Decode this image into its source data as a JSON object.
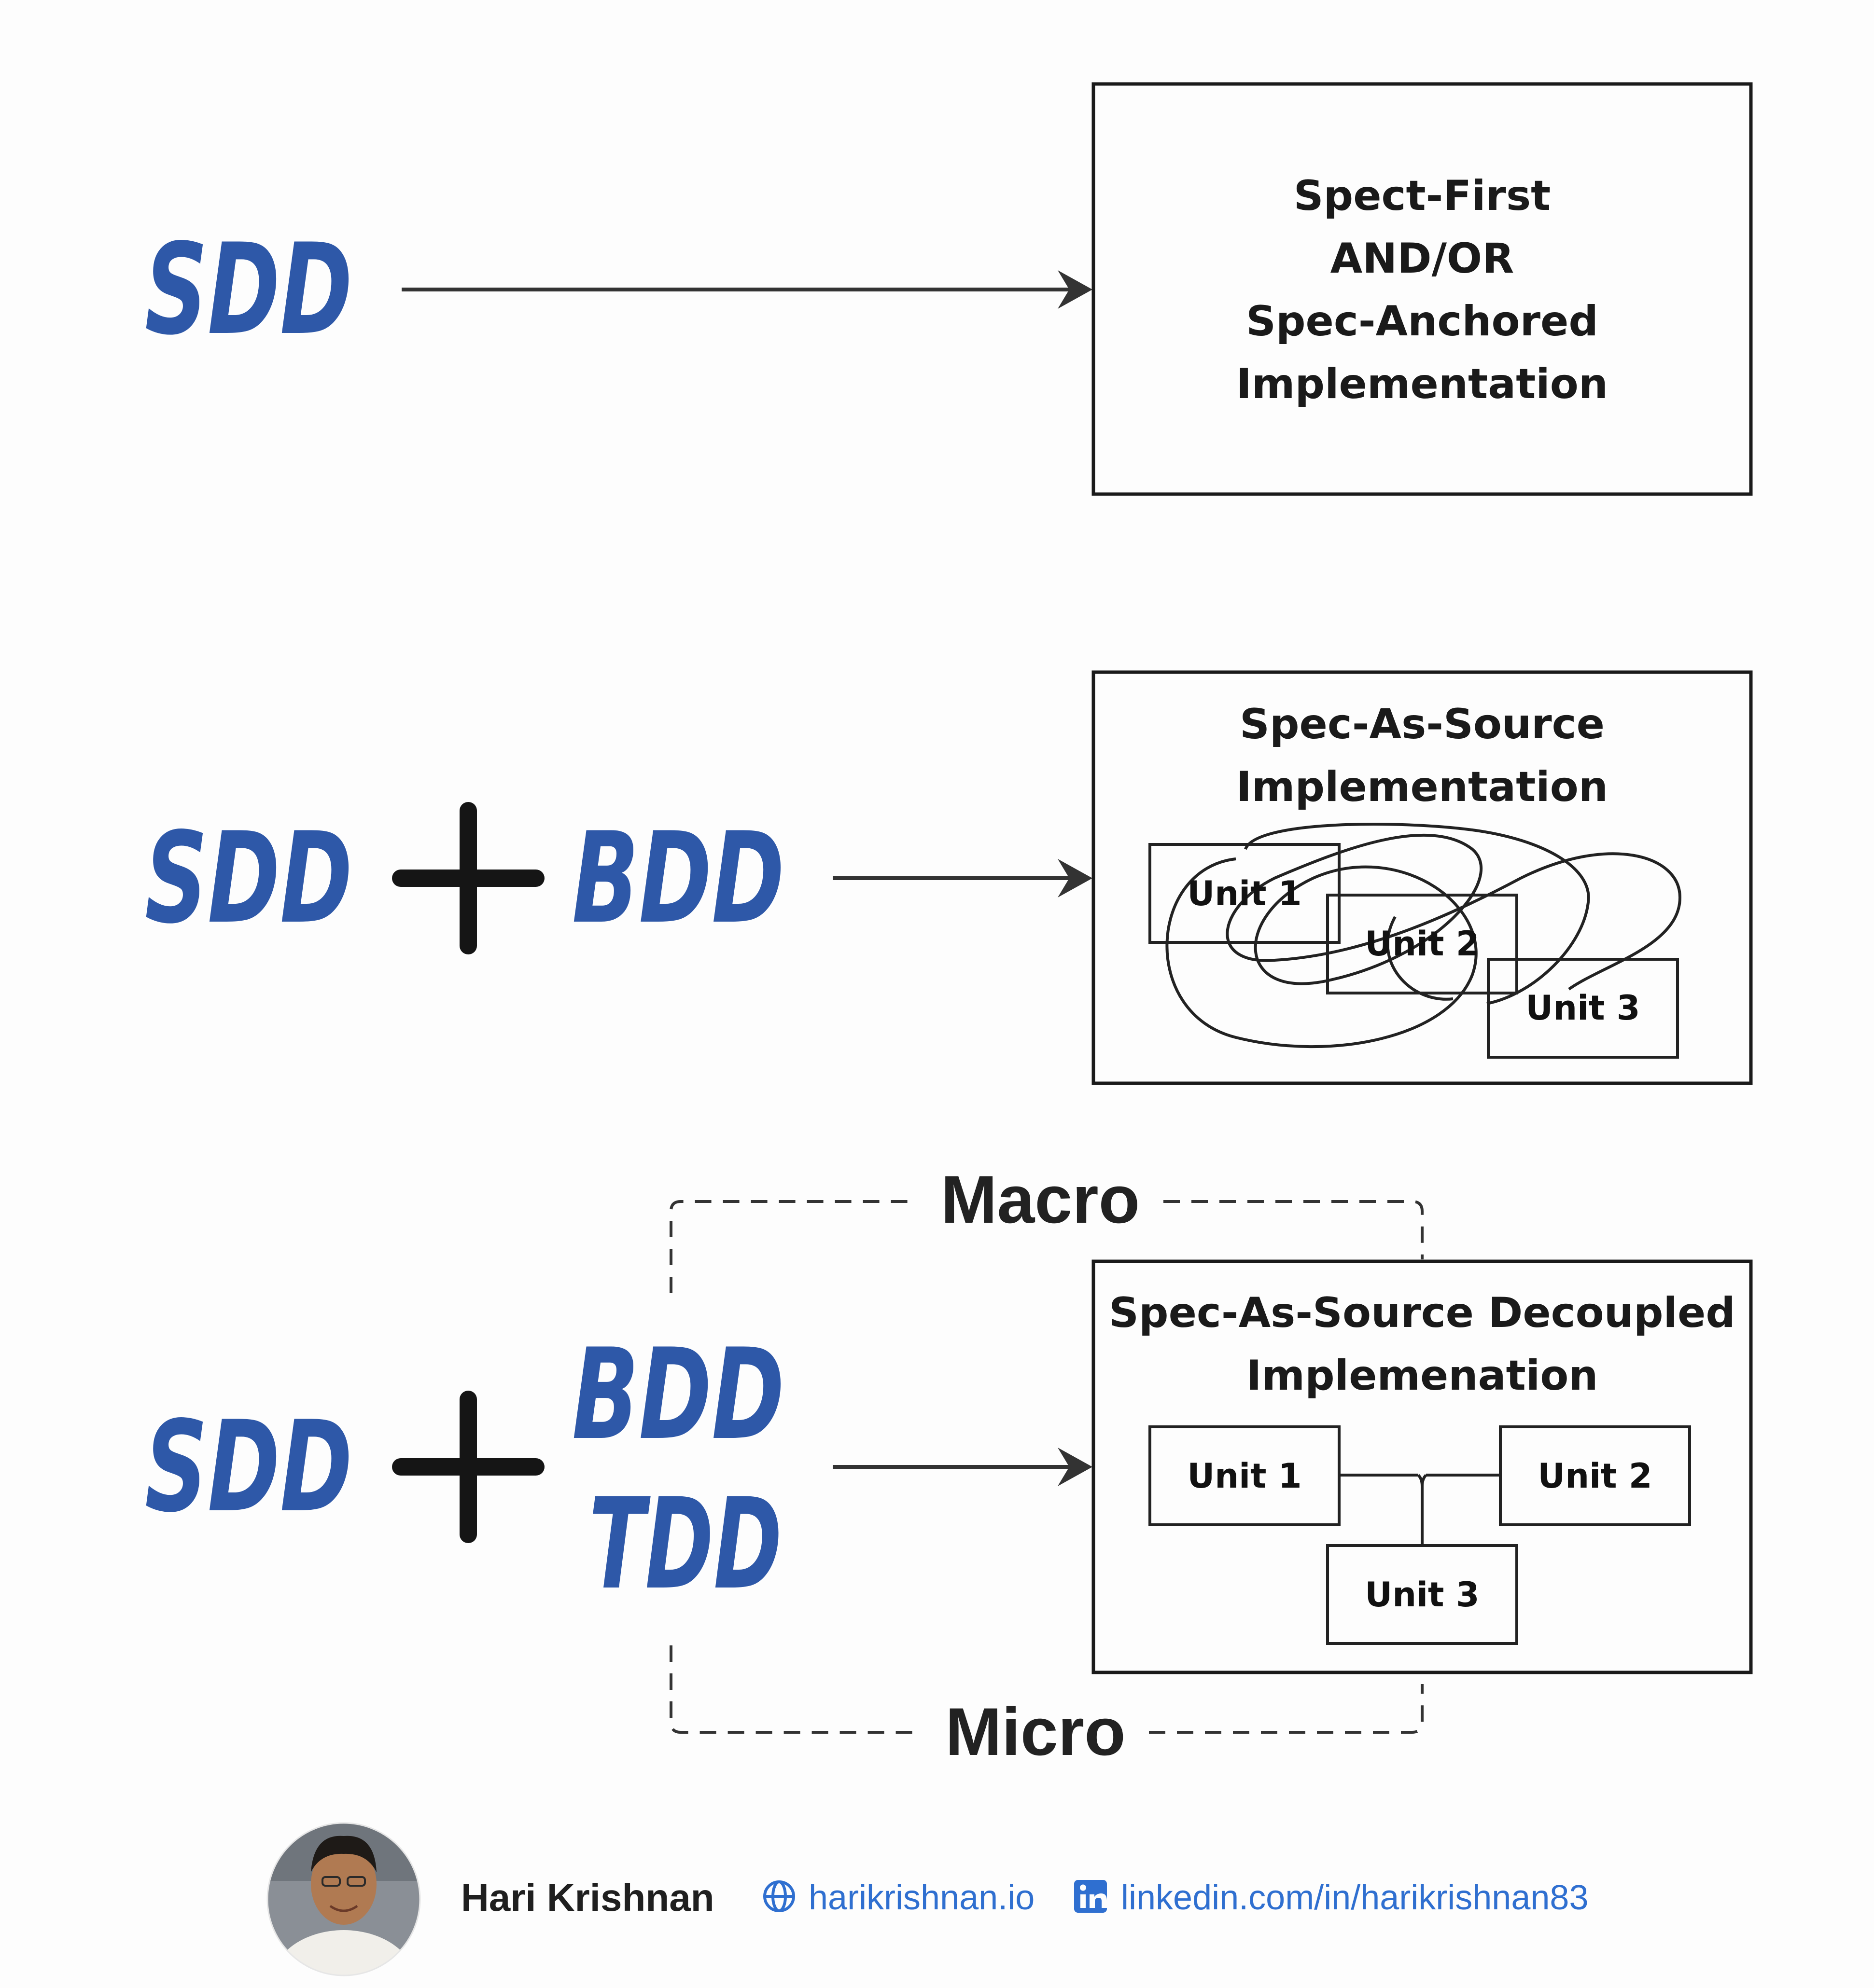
{
  "colors": {
    "term_blue": "#2e58a8",
    "ink": "#222222",
    "link_blue": "#2f6fd0",
    "background": "#fdfdfd"
  },
  "rows": [
    {
      "terms_left": "SDD",
      "box": {
        "lines": [
          "Spect-First",
          "AND/OR",
          "Spec-Anchored",
          "Implementation"
        ]
      }
    },
    {
      "terms_left": "SDD",
      "plus": "+",
      "terms_right": [
        "BDD"
      ],
      "box": {
        "lines": [
          "Spec-As-Source",
          "Implementation"
        ],
        "units": [
          "Unit 1",
          "Unit 2",
          "Unit 3"
        ]
      }
    },
    {
      "terms_left": "SDD",
      "plus": "+",
      "terms_right": [
        "BDD",
        "TDD"
      ],
      "box": {
        "lines": [
          "Spec-As-Source Decoupled",
          "Implemenation"
        ],
        "units": [
          "Unit 1",
          "Unit 2",
          "Unit 3"
        ]
      },
      "macro_label": "Macro",
      "micro_label": "Micro"
    }
  ],
  "footer": {
    "name": "Hari Krishnan",
    "website": "harikrishnan.io",
    "linkedin": "linkedin.com/in/harikrishnan83",
    "avatar_icon": "person-photo",
    "website_icon": "globe-icon",
    "linkedin_icon": "linkedin-icon"
  }
}
